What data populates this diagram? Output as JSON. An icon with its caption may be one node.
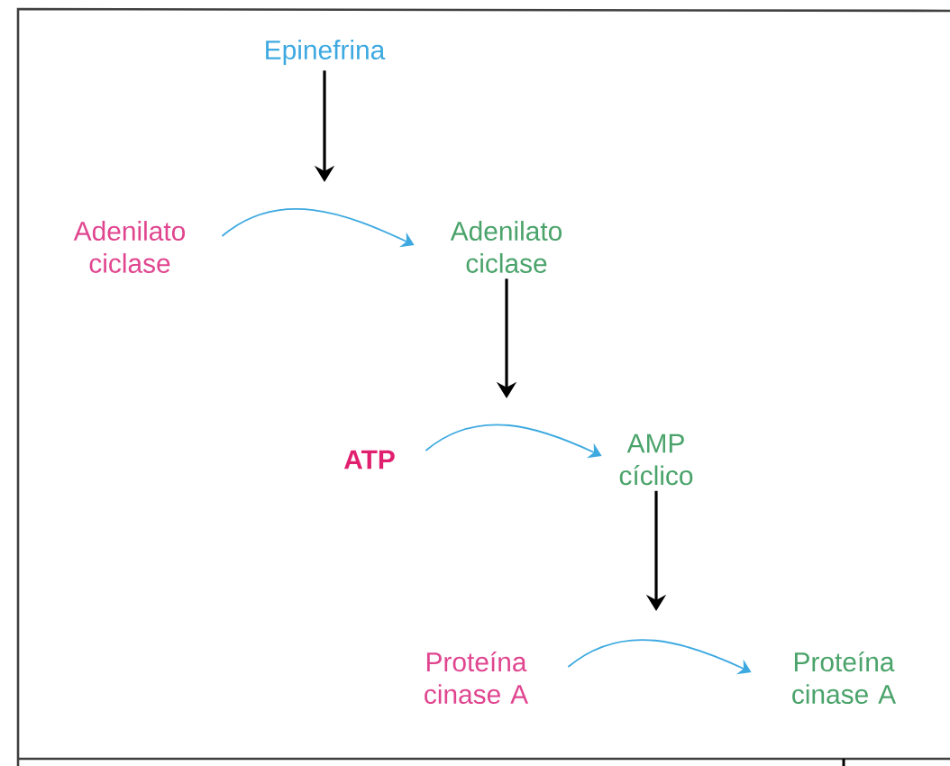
{
  "diagram": {
    "nodes": [
      {
        "text": [
          "Epinefrina"
        ]
      },
      {
        "text": [
          "Adenilato ciclase"
        ]
      },
      {
        "text": [
          "Adenilato ciclase"
        ]
      },
      {
        "text": [
          "ATP"
        ]
      },
      {
        "text": [
          "AMP cíclico"
        ]
      },
      {
        "text": [
          "Proteína cinase A"
        ]
      },
      {
        "text": [
          "Proteína cinase A"
        ]
      }
    ],
    "edges": [
      {
        "from": 0,
        "to": null,
        "arrow": "to"
      },
      {
        "from": 1,
        "to": 2,
        "arrow": "to",
        "color": "#3da9e0"
      },
      {
        "from": 2,
        "to": null,
        "arrow": "to"
      },
      {
        "from": 3,
        "to": 4,
        "arrow": "to",
        "color": "#3da9e0"
      },
      {
        "from": 4,
        "to": null,
        "arrow": "to"
      },
      {
        "from": 5,
        "to": 6,
        "arrow": "to",
        "color": "#3da9e0"
      }
    ]
  }
}
